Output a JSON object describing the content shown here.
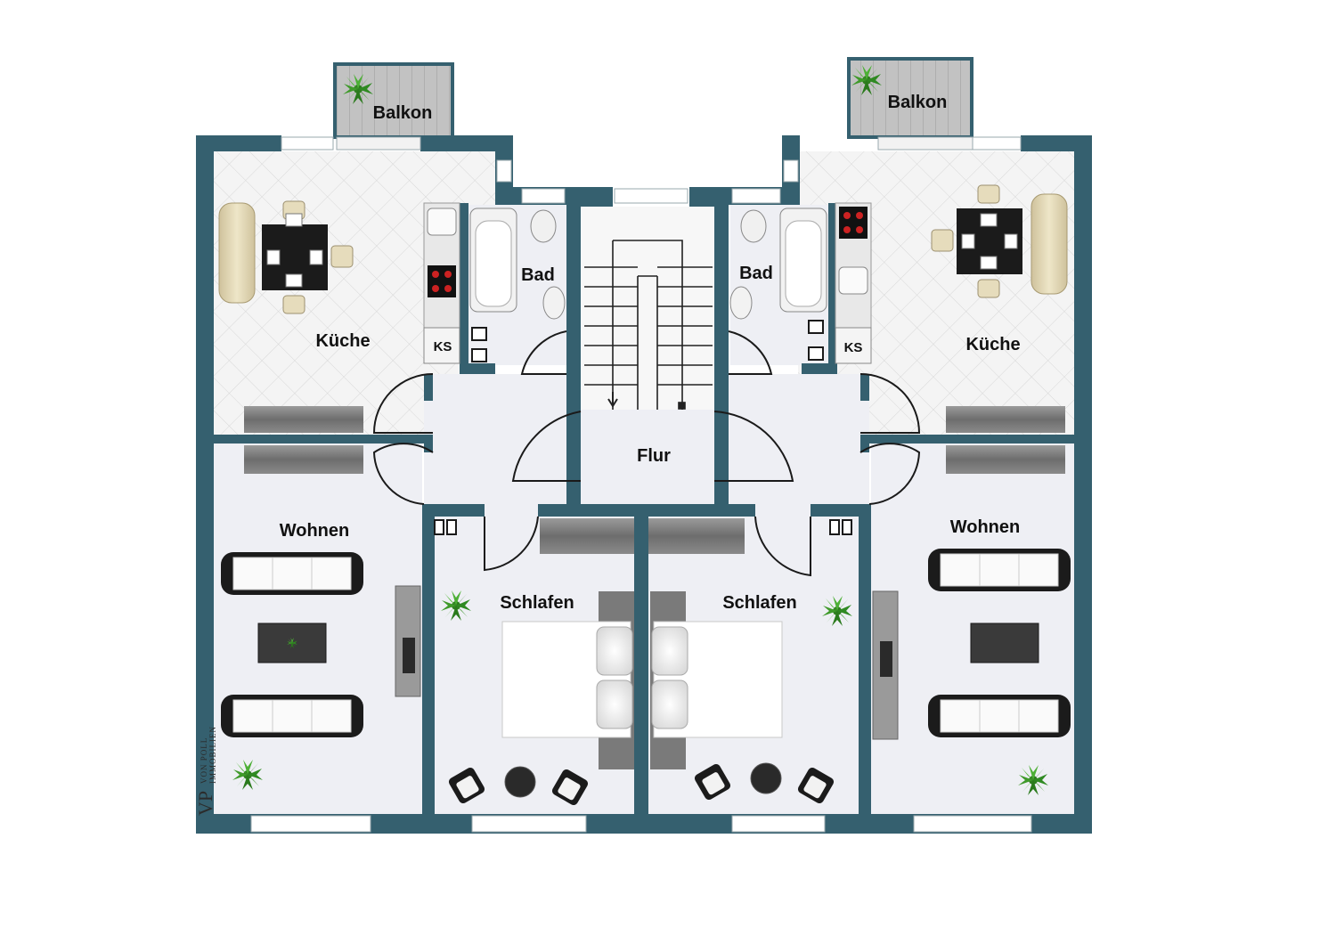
{
  "rooms": {
    "balkon_left": "Balkon",
    "balkon_right": "Balkon",
    "kueche_left": "Küche",
    "kueche_right": "Küche",
    "bad_left": "Bad",
    "bad_right": "Bad",
    "flur": "Flur",
    "wohnen_left": "Wohnen",
    "wohnen_right": "Wohnen",
    "schlafen_left": "Schlafen",
    "schlafen_right": "Schlafen",
    "ks_left": "KS",
    "ks_right": "KS"
  },
  "logo": {
    "monogram": "VP",
    "name": "VON POLL",
    "tagline": "IMMOBILIEN"
  },
  "colors": {
    "wall": "#35606f",
    "floor_light": "#eeeff4",
    "floor_tile": "#f3f3f3",
    "balcony": "#b9b9b9",
    "plant": "#2e7d1f"
  },
  "icons": [
    "plant-icon",
    "dining-table-icon",
    "sofa-icon",
    "bed-icon",
    "tv-icon",
    "bathtub-icon",
    "toilet-icon",
    "sink-icon",
    "stove-icon",
    "wardrobe-icon",
    "staircase-icon",
    "armchair-icon"
  ]
}
